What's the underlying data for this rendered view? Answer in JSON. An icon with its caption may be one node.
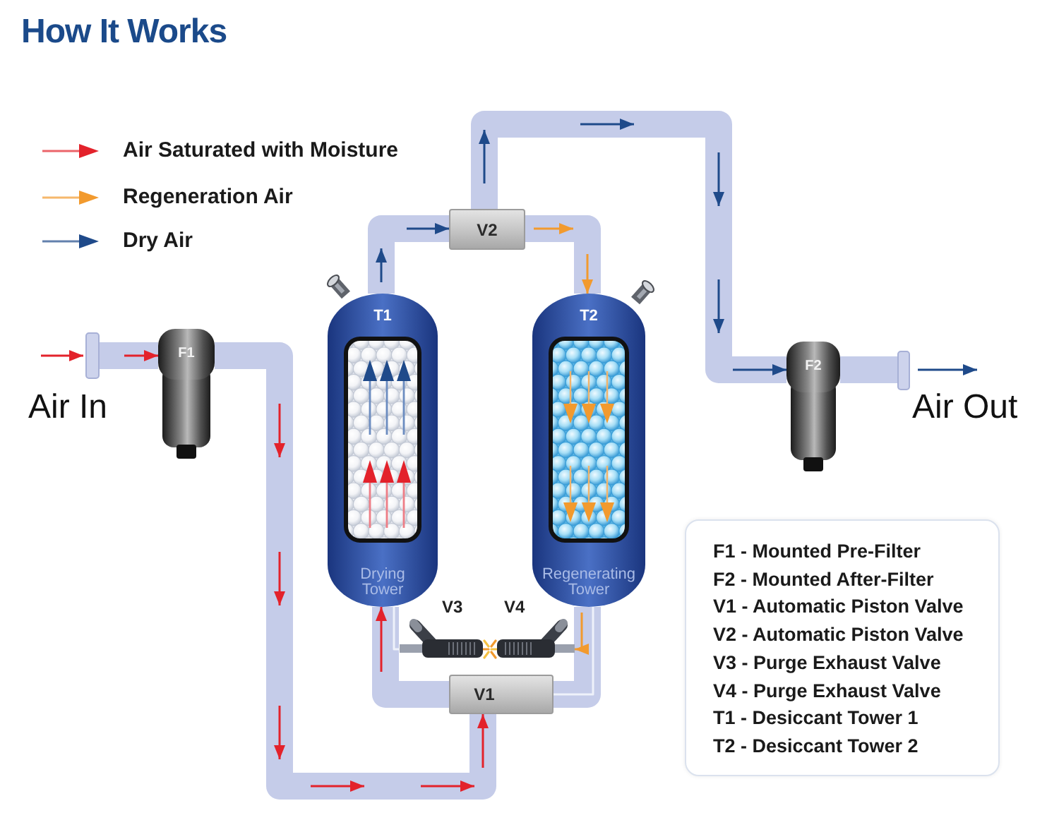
{
  "diagram": {
    "title": "How It Works",
    "nodes": [
      {
        "text": [
          "V2"
        ]
      },
      {
        "text": [
          "T1",
          "Drying Tower"
        ]
      },
      {
        "text": [
          "T2",
          "Regenerating Tower"
        ]
      },
      {
        "text": [
          "F1"
        ]
      },
      {
        "text": [
          "F2"
        ]
      },
      {
        "text": [
          "V3"
        ]
      },
      {
        "text": [
          "V4"
        ]
      },
      {
        "text": [
          "V1"
        ]
      },
      {
        "text": [
          "F1 - Mounted Pre-Filter",
          "F2 - Mounted After-Filter",
          "V1 - Automatic Piston Valve",
          "V2 - Automatic Piston Valve",
          "V3 - Purge Exhaust Valve",
          "V4 - Purge Exhaust Valve",
          "T1 - Desiccant Tower 1",
          "T2 - Desiccant Tower 2"
        ]
      },
      {
        "text": [
          "Air Out"
        ]
      }
    ],
    "edges": [
      {
        "from": null,
        "to": 3,
        "arrow": "to",
        "style": "dashed",
        "color": "#e3222b"
      },
      {
        "from": 3,
        "to": 7,
        "arrow": "to",
        "style": "dashed",
        "color": "#e3222b"
      },
      {
        "from": 7,
        "to": 1,
        "arrow": "to",
        "style": "dashed",
        "color": "#e3222b"
      },
      {
        "from": 7,
        "to": 2,
        "arrow": "none",
        "color": "#eef1fa"
      },
      {
        "from": 1,
        "to": 0,
        "arrow": "to",
        "style": "dashed",
        "color": "#1f4a8a"
      },
      {
        "from": 0,
        "to": 2,
        "arrow": "to",
        "style": "dashed",
        "color": "#f29a2e"
      },
      {
        "from": 0,
        "to": 4,
        "arrow": "to",
        "style": "dashed",
        "color": "#1f4a8a"
      },
      {
        "from": 4,
        "to": 9,
        "arrow": "to",
        "style": "dashed",
        "color": "#1f4a8a"
      },
      {
        "from": 1,
        "to": 5,
        "arrow": "none",
        "color": "#eef1fa"
      },
      {
        "from": 2,
        "to": 6,
        "arrow": "to",
        "style": "dashed",
        "color": "#f29a2e"
      }
    ],
    "labels": [
      "Air In"
    ],
    "legend": [
      {
        "text": "Air Saturated with Moisture"
      },
      {
        "text": "Regeneration Air"
      },
      {
        "text": "Dry Air"
      }
    ]
  }
}
